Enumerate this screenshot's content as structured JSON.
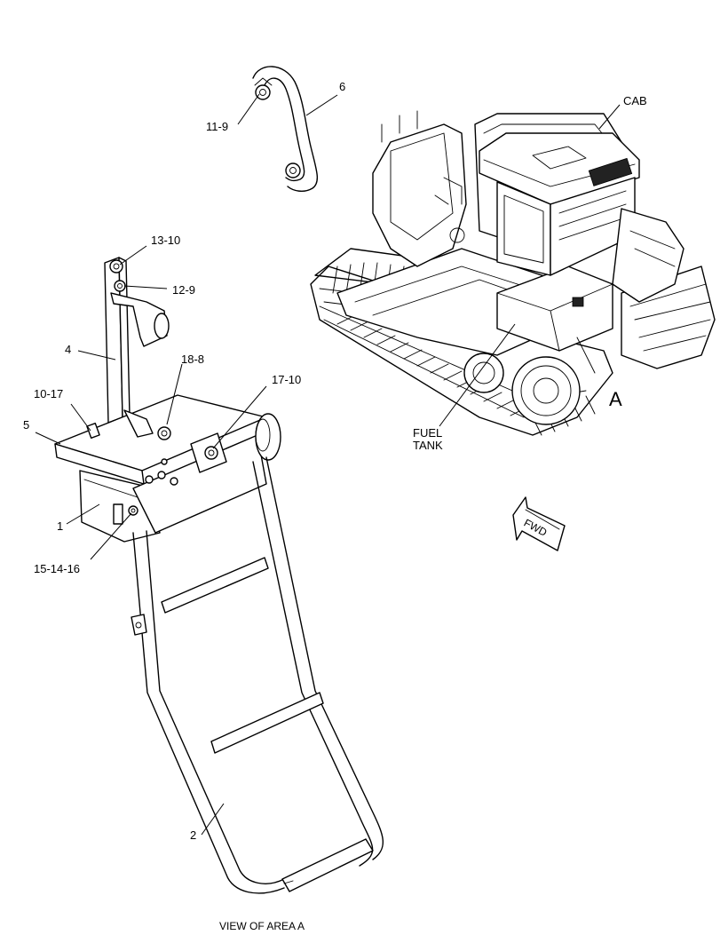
{
  "callouts": {
    "c11_9": "11-9",
    "c6": "6",
    "c13_10": "13-10",
    "c12_9": "12-9",
    "c4": "4",
    "c18_8": "18-8",
    "c17_10": "17-10",
    "c10_17": "10-17",
    "c5": "5",
    "c1": "1",
    "c15_14_16": "15-14-16",
    "c2": "2"
  },
  "machine_labels": {
    "cab": "CAB",
    "fuel_tank_line1": "FUEL",
    "fuel_tank_line2": "TANK",
    "area": "A"
  },
  "direction_arrow": "FWD",
  "view_caption": "VIEW OF AREA A"
}
